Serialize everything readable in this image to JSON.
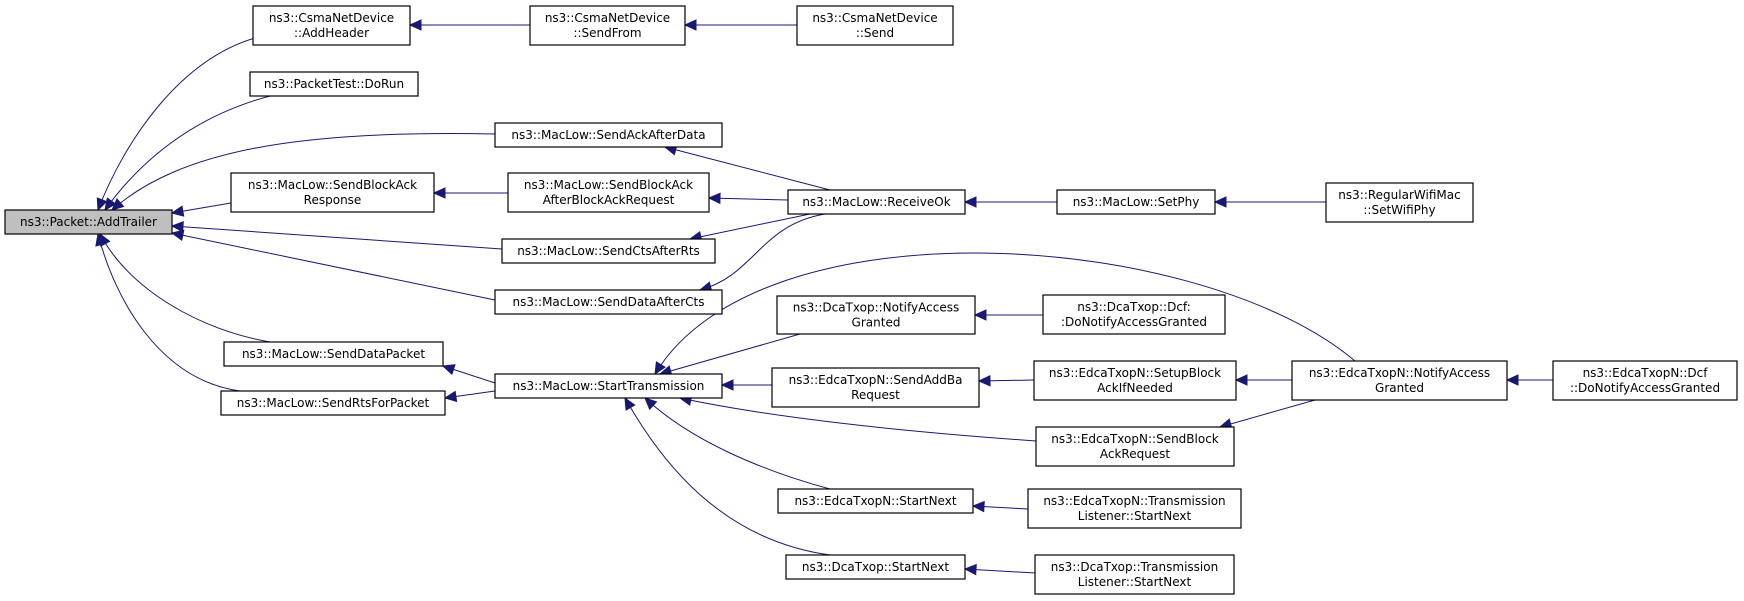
{
  "graph": {
    "nodes": [
      {
        "id": "addtrailer",
        "lines": [
          "ns3::Packet::AddTrailer"
        ],
        "root": true
      },
      {
        "id": "csma_addheader",
        "lines": [
          "ns3::CsmaNetDevice",
          "::AddHeader"
        ]
      },
      {
        "id": "csma_sendfrom",
        "lines": [
          "ns3::CsmaNetDevice",
          "::SendFrom"
        ]
      },
      {
        "id": "csma_send",
        "lines": [
          "ns3::CsmaNetDevice",
          "::Send"
        ]
      },
      {
        "id": "packettest",
        "lines": [
          "ns3::PacketTest::DoRun"
        ]
      },
      {
        "id": "sendackafterdata",
        "lines": [
          "ns3::MacLow::SendAckAfterData"
        ]
      },
      {
        "id": "sendblockackresponse",
        "lines": [
          "ns3::MacLow::SendBlockAck",
          "Response"
        ]
      },
      {
        "id": "sendblockackafter",
        "lines": [
          "ns3::MacLow::SendBlockAck",
          "AfterBlockAckRequest"
        ]
      },
      {
        "id": "receiveok",
        "lines": [
          "ns3::MacLow::ReceiveOk"
        ]
      },
      {
        "id": "setphy",
        "lines": [
          "ns3::MacLow::SetPhy"
        ]
      },
      {
        "id": "regularwifimac",
        "lines": [
          "ns3::RegularWifiMac",
          "::SetWifiPhy"
        ]
      },
      {
        "id": "sendctsafterrts",
        "lines": [
          "ns3::MacLow::SendCtsAfterRts"
        ]
      },
      {
        "id": "senddataafterctss",
        "lines": [
          "ns3::MacLow::SendDataAfterCts"
        ]
      },
      {
        "id": "senddatapacket",
        "lines": [
          "ns3::MacLow::SendDataPacket"
        ]
      },
      {
        "id": "sendrtsforpacket",
        "lines": [
          "ns3::MacLow::SendRtsForPacket"
        ]
      },
      {
        "id": "starttransmission",
        "lines": [
          "ns3::MacLow::StartTransmission"
        ]
      },
      {
        "id": "dcatxop_notify",
        "lines": [
          "ns3::DcaTxop::NotifyAccess",
          "Granted"
        ]
      },
      {
        "id": "dcatxop_dcf",
        "lines": [
          "ns3::DcaTxop::Dcf:",
          ":DoNotifyAccessGranted"
        ]
      },
      {
        "id": "edca_sendaddba",
        "lines": [
          "ns3::EdcaTxopN::SendAddBa",
          "Request"
        ]
      },
      {
        "id": "edca_setupblock",
        "lines": [
          "ns3::EdcaTxopN::SetupBlock",
          "AckIfNeeded"
        ]
      },
      {
        "id": "edca_notify",
        "lines": [
          "ns3::EdcaTxopN::NotifyAccess",
          "Granted"
        ]
      },
      {
        "id": "edca_dcf",
        "lines": [
          "ns3::EdcaTxopN::Dcf",
          "::DoNotifyAccessGranted"
        ]
      },
      {
        "id": "edca_sendblockackreq",
        "lines": [
          "ns3::EdcaTxopN::SendBlock",
          "AckRequest"
        ]
      },
      {
        "id": "edca_startnext",
        "lines": [
          "ns3::EdcaTxopN::StartNext"
        ]
      },
      {
        "id": "edca_translistener",
        "lines": [
          "ns3::EdcaTxopN::Transmission",
          "Listener::StartNext"
        ]
      },
      {
        "id": "dcatxop_startnext",
        "lines": [
          "ns3::DcaTxop::StartNext"
        ]
      },
      {
        "id": "dcatxop_translistener",
        "lines": [
          "ns3::DcaTxop::Transmission",
          "Listener::StartNext"
        ]
      }
    ],
    "edges": [
      {
        "from": "csma_addheader",
        "to": "addtrailer"
      },
      {
        "from": "packettest",
        "to": "addtrailer"
      },
      {
        "from": "sendackafterdata",
        "to": "addtrailer"
      },
      {
        "from": "sendblockackresponse",
        "to": "addtrailer"
      },
      {
        "from": "sendctsafterrts",
        "to": "addtrailer"
      },
      {
        "from": "senddataafterctss",
        "to": "addtrailer"
      },
      {
        "from": "senddatapacket",
        "to": "addtrailer"
      },
      {
        "from": "sendrtsforpacket",
        "to": "addtrailer"
      },
      {
        "from": "csma_sendfrom",
        "to": "csma_addheader"
      },
      {
        "from": "csma_send",
        "to": "csma_sendfrom"
      },
      {
        "from": "receiveok",
        "to": "sendackafterdata"
      },
      {
        "from": "sendblockackafter",
        "to": "sendblockackresponse"
      },
      {
        "from": "receiveok",
        "to": "sendblockackafter"
      },
      {
        "from": "receiveok",
        "to": "sendctsafterrts"
      },
      {
        "from": "receiveok",
        "to": "senddataafterctss"
      },
      {
        "from": "setphy",
        "to": "receiveok"
      },
      {
        "from": "regularwifimac",
        "to": "setphy"
      },
      {
        "from": "starttransmission",
        "to": "senddatapacket"
      },
      {
        "from": "starttransmission",
        "to": "sendrtsforpacket"
      },
      {
        "from": "edca_notify",
        "to": "starttransmission"
      },
      {
        "from": "dcatxop_notify",
        "to": "starttransmission"
      },
      {
        "from": "edca_sendaddba",
        "to": "starttransmission"
      },
      {
        "from": "edca_sendblockackreq",
        "to": "starttransmission"
      },
      {
        "from": "edca_startnext",
        "to": "starttransmission"
      },
      {
        "from": "dcatxop_startnext",
        "to": "starttransmission"
      },
      {
        "from": "dcatxop_dcf",
        "to": "dcatxop_notify"
      },
      {
        "from": "edca_setupblock",
        "to": "edca_sendaddba"
      },
      {
        "from": "edca_notify",
        "to": "edca_setupblock"
      },
      {
        "from": "edca_notify",
        "to": "edca_sendblockackreq"
      },
      {
        "from": "edca_dcf",
        "to": "edca_notify"
      },
      {
        "from": "edca_translistener",
        "to": "edca_startnext"
      },
      {
        "from": "dcatxop_translistener",
        "to": "dcatxop_startnext"
      }
    ]
  }
}
